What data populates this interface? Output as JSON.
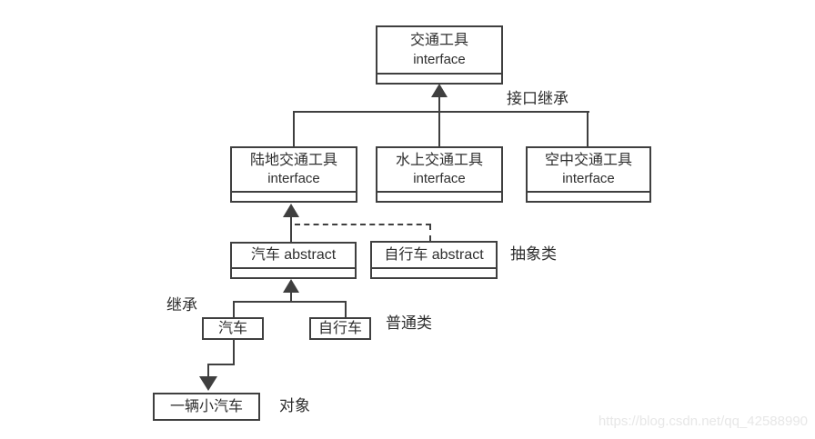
{
  "diagram": {
    "nodes": {
      "vehicle": {
        "title": "交通工具",
        "subtitle": "interface"
      },
      "land": {
        "title": "陆地交通工具",
        "subtitle": "interface"
      },
      "water": {
        "title": "水上交通工具",
        "subtitle": "interface"
      },
      "air": {
        "title": "空中交通工具",
        "subtitle": "interface"
      },
      "car_abstract": {
        "title": "汽车 abstract"
      },
      "bike_abstract": {
        "title": "自行车 abstract"
      },
      "car": {
        "title": "汽车"
      },
      "bike": {
        "title": "自行车"
      },
      "a_car": {
        "title": "一辆小汽车"
      }
    },
    "labels": {
      "interface_inheritance": "接口继承",
      "abstract_class": "抽象类",
      "inheritance": "继承",
      "normal_class": "普通类",
      "object": "对象"
    },
    "watermark": "https://blog.csdn.net/qq_42588990",
    "colors": {
      "line": "#3f3f3f",
      "text": "#2e2e2e",
      "watermark": "#e7e7e7",
      "background": "#ffffff"
    }
  }
}
